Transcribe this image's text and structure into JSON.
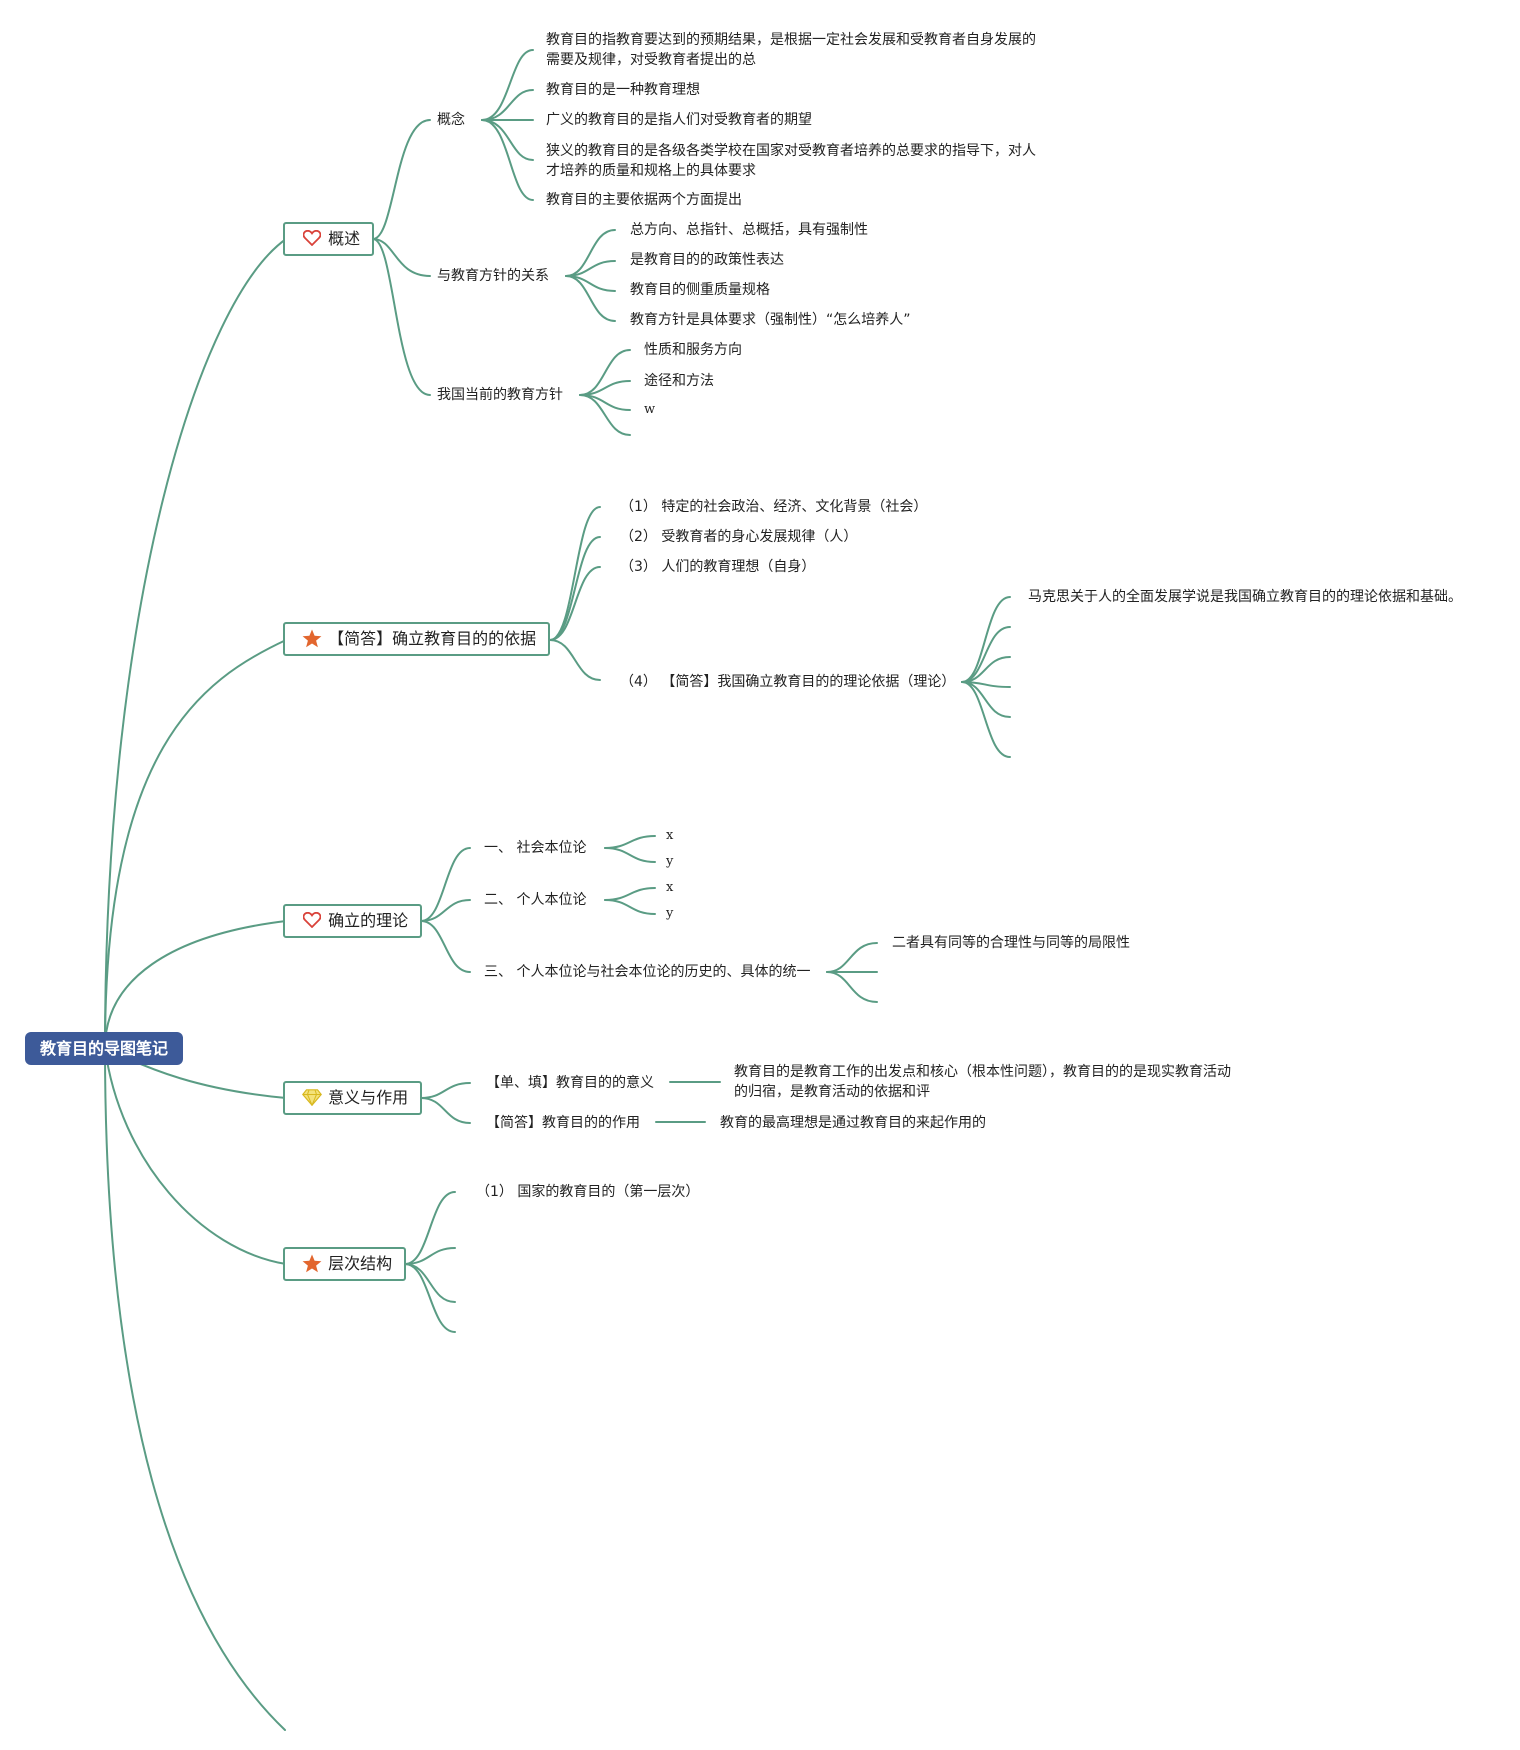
{
  "root": {
    "label": "教育目的导图笔记"
  },
  "topics": {
    "overview": {
      "label": "概述",
      "icon": "heart-icon",
      "concept": {
        "label": "概念",
        "items": [
          "教育目的指教育要达到的预期结果，是根据一定社会发展和受教育者自身发展的需要及规律，对受教育者提出的总",
          "教育目的是一种教育理想",
          "广义的教育目的是指人们对受教育者的期望",
          "狭义的教育目的是各级各类学校在国家对受教育者培养的总要求的指导下，对人才培养的质量和规格上的具体要求",
          "教育目的主要依据两个方面提出"
        ]
      },
      "relation": {
        "label": "与教育方针的关系",
        "items": [
          "总方向、总指针、总概括，具有强制性",
          "是教育目的的政策性表达",
          "教育目的侧重质量规格",
          "教育方针是具体要求（强制性）“怎么培养人”"
        ]
      },
      "policy": {
        "label": "我国当前的教育方针",
        "items": [
          "性质和服务方向",
          "途径和方法",
          "w"
        ]
      }
    },
    "basis": {
      "label": "【简答】确立教育目的的依据",
      "icon": "star-icon",
      "items": [
        "（1） 特定的社会政治、经济、文化背景（社会）",
        "（2） 受教育者的身心发展规律（人）",
        "（3） 人们的教育理想（自身）"
      ],
      "theory": {
        "label": "（4） 【简答】我国确立教育目的的理论依据（理论）",
        "items": [
          "马克思关于人的全面发展学说是我国确立教育目的的理论依据和基础。"
        ]
      }
    },
    "theories": {
      "label": "确立的理论",
      "icon": "heart-icon",
      "social": {
        "label": "一、 社会本位论",
        "items": [
          "x",
          "y"
        ]
      },
      "personal": {
        "label": "二、 个人本位论",
        "items": [
          "x",
          "y"
        ]
      },
      "unity": {
        "label": "三、 个人本位论与社会本位论的历史的、具体的统一",
        "items": [
          "二者具有同等的合理性与同等的局限性"
        ]
      }
    },
    "meaning": {
      "label": "意义与作用",
      "icon": "diamond-icon",
      "significance": {
        "label": "【单、填】教育目的的意义",
        "detail": "教育目的是教育工作的出发点和核心（根本性问题），教育目的的是现实教育活动的归宿，是教育活动的依据和评"
      },
      "function": {
        "label": "【简答】教育目的的作用",
        "detail": "教育的最高理想是通过教育目的来起作用的"
      }
    },
    "levels": {
      "label": "层次结构",
      "icon": "star-icon",
      "items": [
        "（1） 国家的教育目的（第一层次）"
      ]
    }
  }
}
